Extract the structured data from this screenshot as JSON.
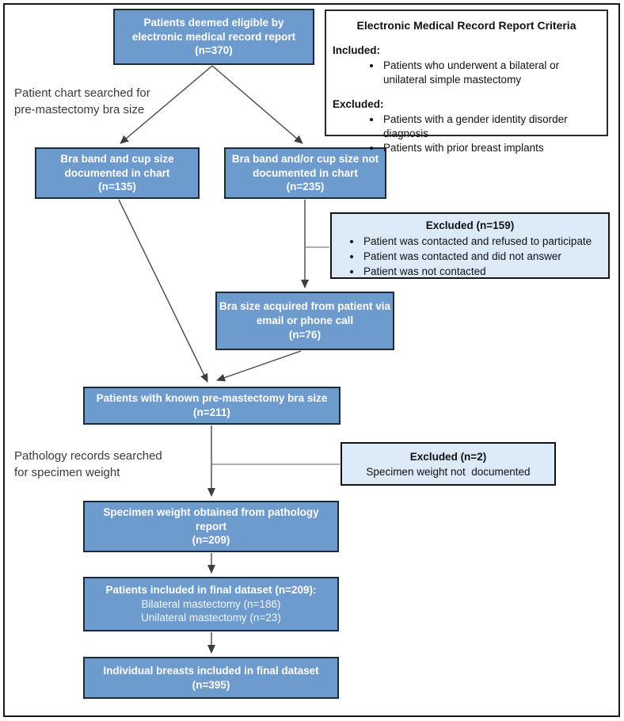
{
  "diagram": {
    "nodes": {
      "eligible": "Patients deemed eligible by\nelectronic medical record report\n(n=370)",
      "documented": "Bra band and cup size\ndocumented in chart\n(n=135)",
      "not_documented": "Bra band and/or cup size not\ndocumented in chart\n(n=235)",
      "acquired": "Bra size acquired from patient via\nemail or phone call\n(n=76)",
      "known": "Patients with known pre-mastectomy bra size\n(n=211)",
      "specimen": "Specimen weight obtained from pathology\nreport\n(n=209)",
      "final_title": "Patients included in final dataset (n=209):",
      "final_sub": "Bilateral mastectomy (n=186)\nUnilateral mastectomy (n=23)",
      "breasts": "Individual breasts included in final dataset\n(n=395)"
    },
    "criteria_box": {
      "title": "Electronic Medical Record Report Criteria",
      "included_label": "Included:",
      "included_items": [
        "Patients who underwent a bilateral or unilateral simple mastectomy"
      ],
      "excluded_label": "Excluded:",
      "excluded_items": [
        "Patients with a gender identity disorder diagnosis",
        "Patients with prior breast implants"
      ]
    },
    "excluded_159": {
      "title": "Excluded (n=159)",
      "items": [
        "Patient was contacted and refused to participate",
        "Patient was contacted and did not answer",
        "Patient was not contacted"
      ]
    },
    "excluded_2": {
      "title": "Excluded (n=2)",
      "body": "Specimen weight not  documented"
    },
    "side_labels": {
      "chart_search": "Patient chart searched for\npre-mastectomy bra size",
      "pathology_search": "Pathology records searched\nfor specimen weight"
    },
    "colors": {
      "node_fill": "#6e9bcd",
      "node_border": "#1c2b3a",
      "excluded_fill": "#dce9f6",
      "excluded_border": "#141414",
      "arrow": "#434343",
      "branch_line": "#7e7e7e",
      "frame": "#1a1a1a"
    }
  }
}
